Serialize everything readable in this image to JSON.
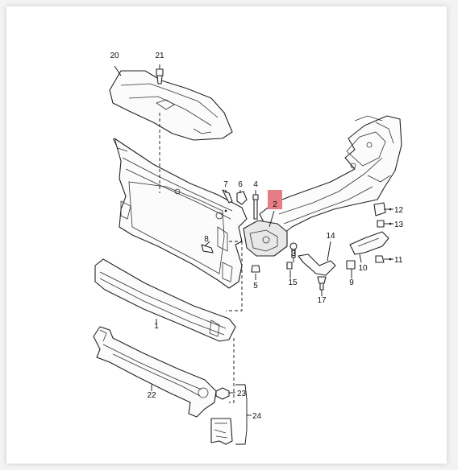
{
  "colors": {
    "highlight_fill": "#e67c84",
    "line": "#222222",
    "background": "#ffffff"
  },
  "callouts": [
    {
      "id": "c20",
      "label": "20"
    },
    {
      "id": "c21",
      "label": "21"
    },
    {
      "id": "c7",
      "label": "7"
    },
    {
      "id": "c6",
      "label": "6"
    },
    {
      "id": "c4",
      "label": "4"
    },
    {
      "id": "c2",
      "label": "2",
      "highlighted": true
    },
    {
      "id": "c8",
      "label": "8"
    },
    {
      "id": "c5",
      "label": "5"
    },
    {
      "id": "c3",
      "label": "3"
    },
    {
      "id": "c15",
      "label": "15"
    },
    {
      "id": "c17",
      "label": "17"
    },
    {
      "id": "c14",
      "label": "14"
    },
    {
      "id": "c9",
      "label": "9"
    },
    {
      "id": "c10",
      "label": "10"
    },
    {
      "id": "c11",
      "label": "11"
    },
    {
      "id": "c12",
      "label": "12"
    },
    {
      "id": "c13",
      "label": "13"
    },
    {
      "id": "c1",
      "label": "1"
    },
    {
      "id": "c22",
      "label": "22"
    },
    {
      "id": "c23",
      "label": "23"
    },
    {
      "id": "c24",
      "label": "24"
    }
  ]
}
